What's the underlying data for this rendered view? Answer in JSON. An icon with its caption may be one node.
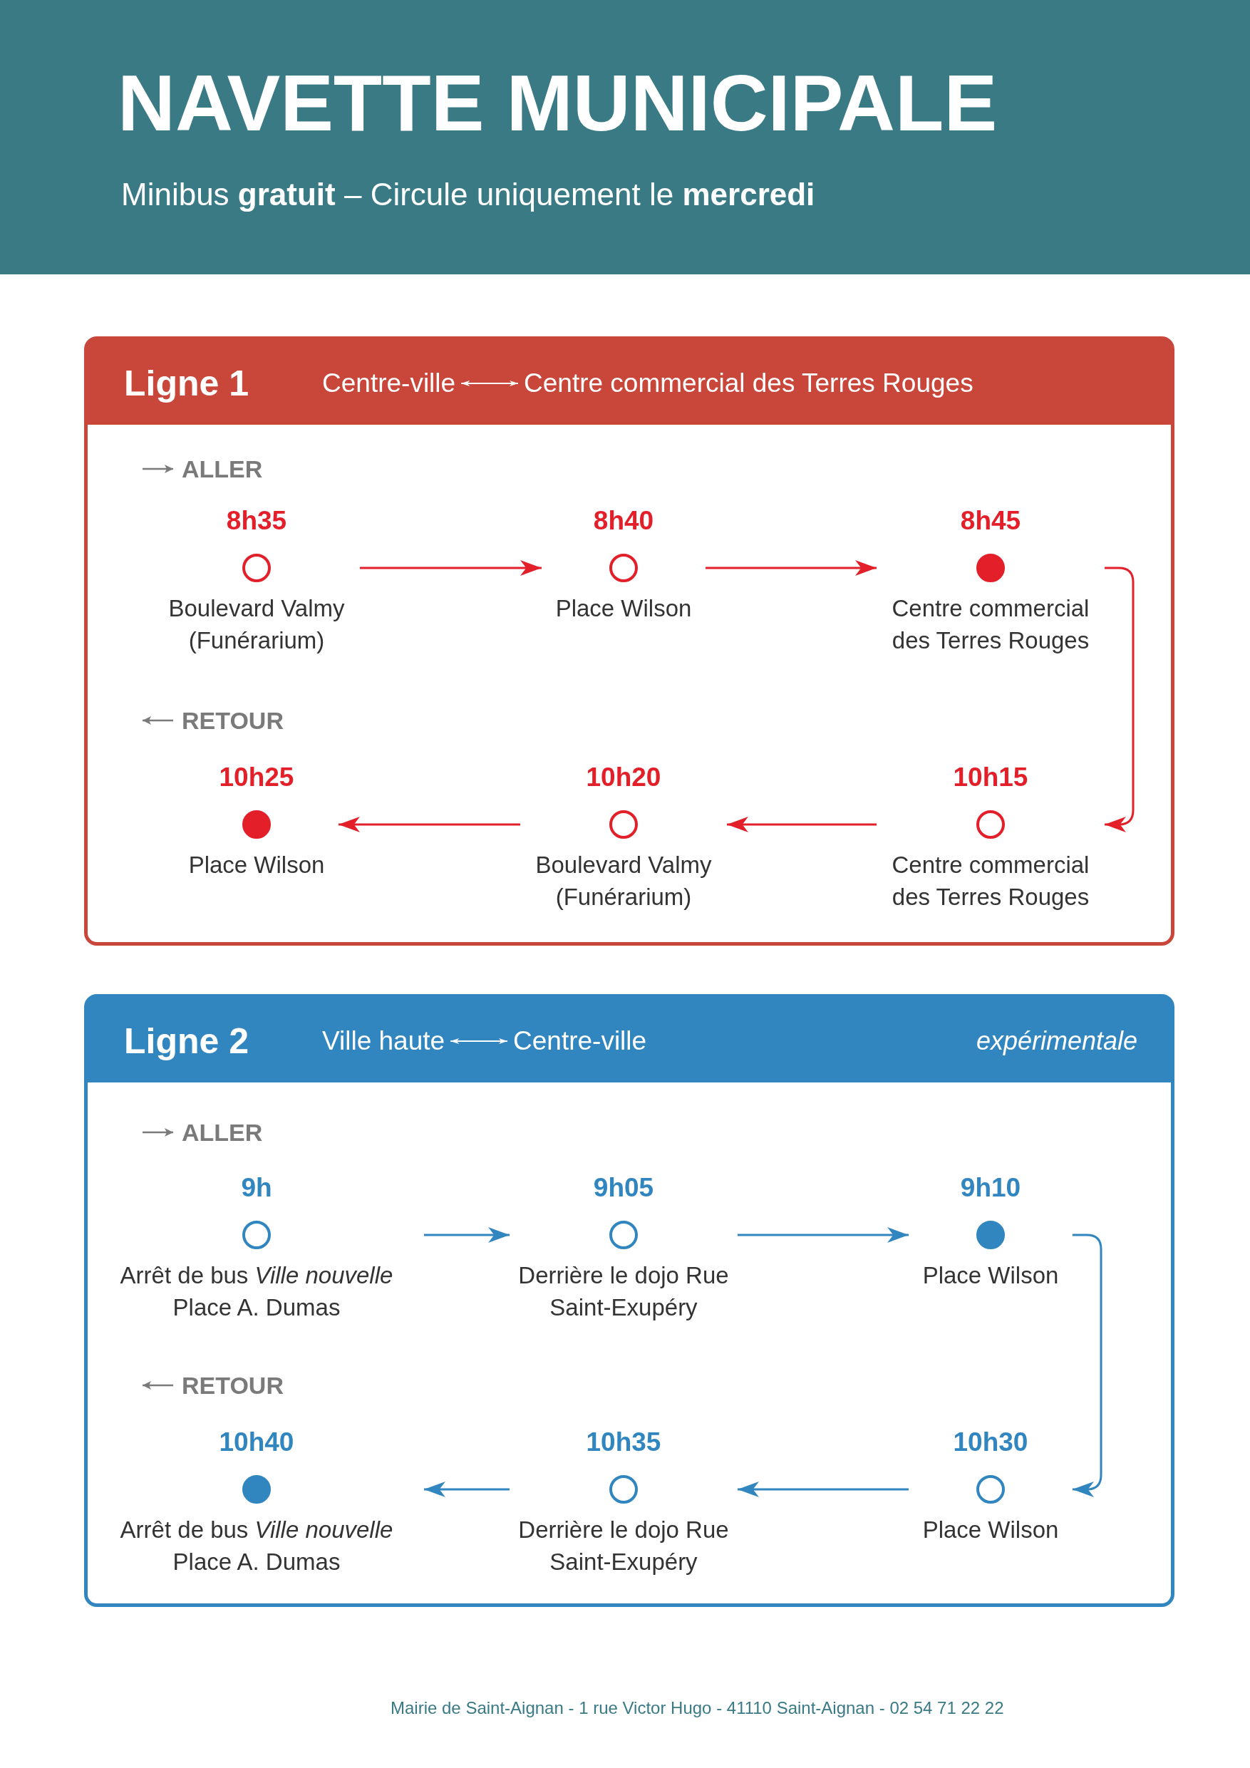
{
  "diagram": {
    "title": "NAVETTE MUNICIPALE",
    "nodes": [
      {
        "text": [
          "Ligne 1"
        ]
      },
      {
        "text": [
          "Centre-ville"
        ],
        "in": 0
      },
      {
        "text": [
          "Centre commercial des Terres Rouges"
        ],
        "in": 0
      },
      {
        "text": [
          "8h35",
          "Boulevard Valmy (Funérarium)"
        ],
        "in": 0
      },
      {
        "text": [
          "8h40",
          "Place Wilson"
        ],
        "in": 0
      },
      {
        "text": [
          "8h45",
          "Centre commercial des Terres Rouges"
        ],
        "in": 0
      },
      {
        "text": [
          "10h25",
          "Place Wilson"
        ],
        "in": 0
      },
      {
        "text": [
          "10h20",
          "Boulevard Valmy (Funérarium)"
        ],
        "in": 0
      },
      {
        "text": [
          "10h15",
          "Centre commercial des Terres Rouges"
        ],
        "in": 0
      },
      {
        "text": [
          "Ligne 2",
          "expérimentale"
        ]
      },
      {
        "text": [
          "Ville haute"
        ],
        "in": 9
      },
      {
        "text": [
          "Centre-ville"
        ],
        "in": 9
      },
      {
        "text": [
          "9h",
          "Arrêt de bus *Ville nouvelle* Place A. Dumas"
        ],
        "in": 9
      },
      {
        "text": [
          "9h05",
          "Derrière le dojo Rue Saint-Exupéry"
        ],
        "in": 9
      },
      {
        "text": [
          "9h10",
          "Place Wilson"
        ],
        "in": 9
      },
      {
        "text": [
          "10h40",
          "Arrêt de bus *Ville nouvelle* Place A. Dumas"
        ],
        "in": 9
      },
      {
        "text": [
          "10h35",
          "Derrière le dojo Rue Saint-Exupéry"
        ],
        "in": 9
      },
      {
        "text": [
          "10h30",
          "Place Wilson"
        ],
        "in": 9
      }
    ],
    "edges": [
      {
        "from": 1,
        "to": 2,
        "arrow": "both",
        "color": "#ffffff"
      },
      {
        "from": 3,
        "to": 4,
        "arrow": "to",
        "color": "#e3202a"
      },
      {
        "from": 4,
        "to": 5,
        "arrow": "to",
        "color": "#e3202a"
      },
      {
        "from": 5,
        "to": 8,
        "arrow": "to",
        "color": "#e3202a"
      },
      {
        "from": 8,
        "to": 7,
        "arrow": "to",
        "color": "#e3202a"
      },
      {
        "from": 7,
        "to": 6,
        "arrow": "to",
        "color": "#e3202a"
      },
      {
        "from": 10,
        "to": 11,
        "arrow": "both",
        "color": "#ffffff"
      },
      {
        "from": 12,
        "to": 13,
        "arrow": "to",
        "color": "#3186c0"
      },
      {
        "from": 13,
        "to": 14,
        "arrow": "to",
        "color": "#3186c0"
      },
      {
        "from": 14,
        "to": 17,
        "arrow": "to",
        "color": "#3186c0"
      },
      {
        "from": 17,
        "to": 16,
        "arrow": "to",
        "color": "#3186c0"
      },
      {
        "from": 16,
        "to": 15,
        "arrow": "to",
        "color": "#3186c0"
      }
    ],
    "labels": [
      "Minibus **gratuit** – Circule uniquement le **mercredi**",
      "ALLER",
      "RETOUR",
      "ALLER",
      "RETOUR",
      "Mairie de Saint-Aignan - 1 rue Victor Hugo - 41110 Saint-Aignan - 02 54 71 22 22"
    ]
  }
}
